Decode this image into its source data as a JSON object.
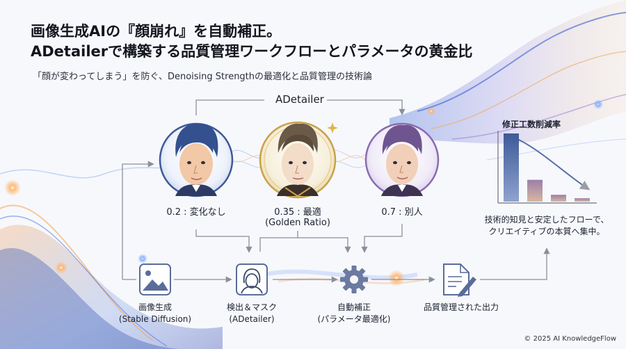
{
  "title": {
    "line1": "画像生成AIの『顔崩れ』を自動補正。",
    "line2": "ADetailerで構築する品質管理ワークフローとパラメータの黄金比"
  },
  "subtitle": "「顔が変わってしまう」を防ぐ、Denoising Strengthの最適化と品質管理の技術論",
  "section_label": "ADetailer",
  "faces": [
    {
      "label": "0.2 : 変化なし"
    },
    {
      "label_line1": "0.35 : 最適",
      "label_line2": "(Golden Ratio)"
    },
    {
      "label": "0.7 : 別人"
    }
  ],
  "chart": {
    "title": "修正工数削減率",
    "caption_line1": "技術的知見と安定したフローで、",
    "caption_line2": "クリエイティブの本質へ集中。",
    "values": [
      1.0,
      0.32,
      0.1,
      0.05
    ]
  },
  "steps": [
    {
      "line1": "画像生成",
      "line2": "(Stable Diffusion)",
      "icon": "image-icon"
    },
    {
      "line1": "検出＆マスク",
      "line2": "(ADetailer)",
      "icon": "face-mask-icon"
    },
    {
      "line1": "自動補正",
      "line2": "(パラメータ最適化)",
      "icon": "gear-icon"
    },
    {
      "line1": "品質管理された出力",
      "icon": "document-edit-icon"
    }
  ],
  "footer": "© 2025 AI KnowledgeFlow",
  "colors": {
    "blue_accent": "#3d5a98",
    "gold_accent": "#c9a24a",
    "purple_accent": "#8a6bb0",
    "orange_accent": "#f0a860"
  }
}
